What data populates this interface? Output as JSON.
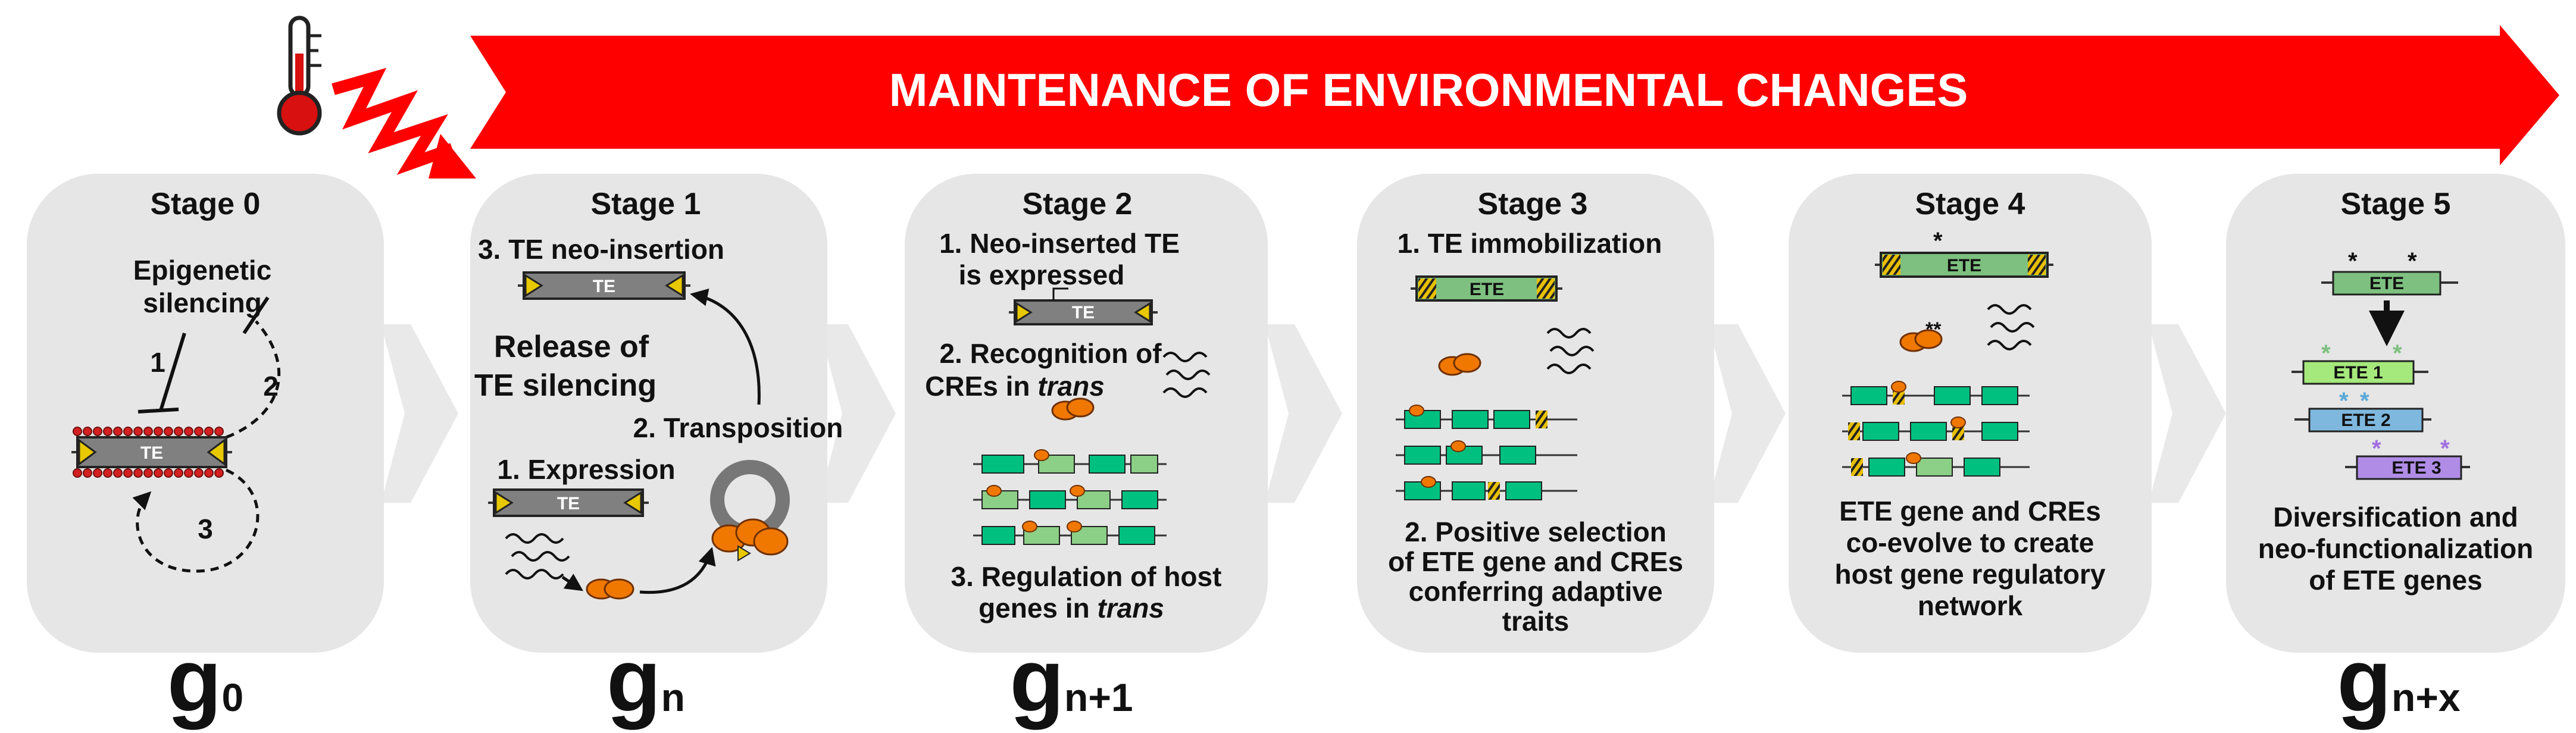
{
  "banner": {
    "text": "MAINTENANCE OF ENVIRONMENTAL CHANGES"
  },
  "stages": [
    {
      "title": "Stage 0",
      "labels": [
        "Epigenetic",
        "silencing",
        "1",
        "2",
        "3"
      ],
      "te": "TE",
      "gen": {
        "base": "g",
        "sub": "0"
      }
    },
    {
      "title": "Stage 1",
      "labels": [
        "3. TE neo-insertion",
        "Release of",
        "TE silencing",
        "2. Transposition",
        "1. Expression"
      ],
      "te": [
        "TE",
        "TE"
      ],
      "gen": {
        "base": "g",
        "sub": "n"
      }
    },
    {
      "title": "Stage 2",
      "labels": [
        "1. Neo-inserted TE",
        "is expressed",
        "2. Recognition of",
        "CREs in ",
        "trans",
        "3. Regulation of host",
        "genes in "
      ],
      "te": "TE",
      "gen": {
        "base": "g",
        "sub": "n+1"
      }
    },
    {
      "title": "Stage 3",
      "labels": [
        "1. TE immobilization",
        "2. Positive selection",
        "of ETE gene and CREs",
        "conferring adaptive",
        "traits"
      ],
      "ete": "ETE"
    },
    {
      "title": "Stage 4",
      "labels": [
        "ETE gene and CREs",
        "co-evolve to create",
        "host gene regulatory",
        "network"
      ],
      "ete": "ETE"
    },
    {
      "title": "Stage 5",
      "labels": [
        "Diversification and",
        "neo-functionalization",
        "of ETE genes"
      ],
      "ete": [
        "ETE",
        "ETE 1",
        "ETE 2",
        "ETE 3"
      ],
      "gen": {
        "base": "g",
        "sub": "n+x"
      }
    }
  ],
  "colors": {
    "banner": "#ff0000",
    "panel": "#e6e6e6",
    "chevron": "#e9e9e9",
    "te_box": "#808080",
    "ete_box": "#7dc07f",
    "gene": "#00c080",
    "gene_light": "#8ccf86",
    "protein": "#f07800",
    "ete1": "#a5e87c",
    "ete2": "#7fb8df",
    "ete3": "#b08ce6",
    "cpg": "#d42020"
  }
}
